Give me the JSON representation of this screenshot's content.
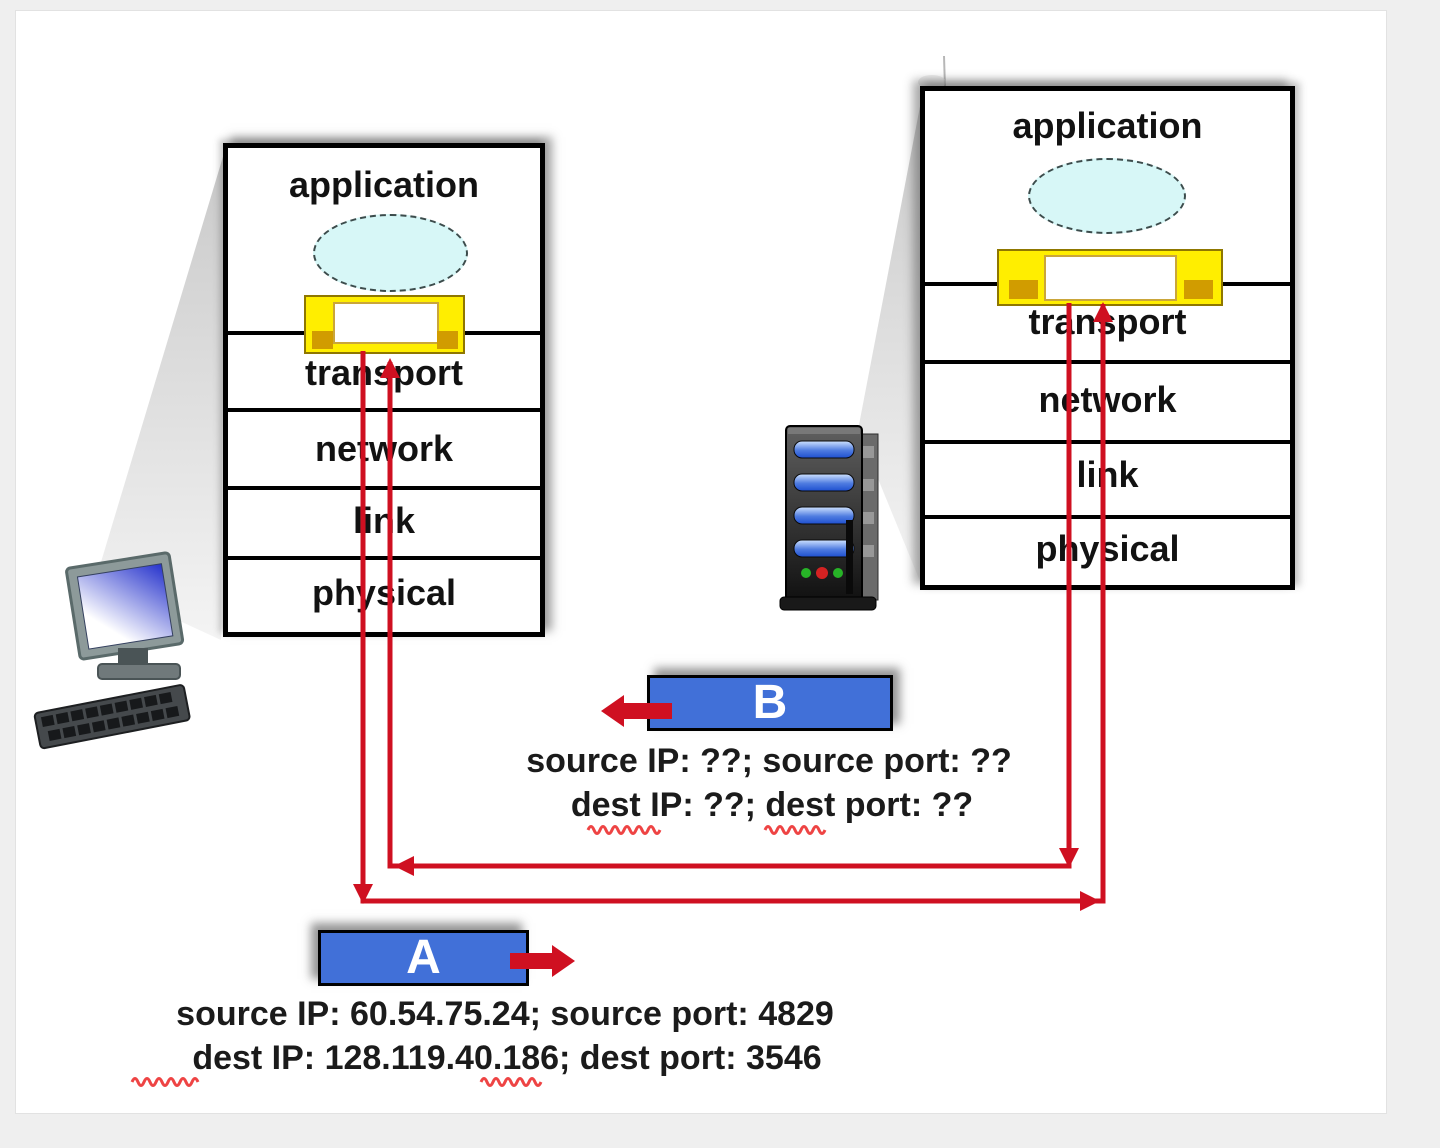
{
  "host_left": {
    "layers": [
      "application",
      "transport",
      "network",
      "link",
      "physical"
    ],
    "icon": "desktop-computer-icon"
  },
  "host_right": {
    "layers": [
      "application",
      "transport",
      "network",
      "link",
      "physical"
    ],
    "icon": "server-icon"
  },
  "segments": {
    "a": {
      "label": "A",
      "direction": "right",
      "source": "source IP: 60.54.75.24; source port: 4829",
      "dest": "dest IP: 128.119.40.186; dest port: 3546"
    },
    "b": {
      "label": "B",
      "direction": "left",
      "source": "source IP: ??; source port: ??",
      "dest": "dest IP: ??; dest port: ??"
    }
  },
  "colors": {
    "segment_blue": "#4170d8",
    "arrow_red": "#cf1021",
    "squiggle_red": "#ee4444",
    "socket_yellow": "#ffee00",
    "process_fill": "#d7f7f7",
    "slide_bg": "#ffffff",
    "canvas_bg": "#efefef"
  }
}
